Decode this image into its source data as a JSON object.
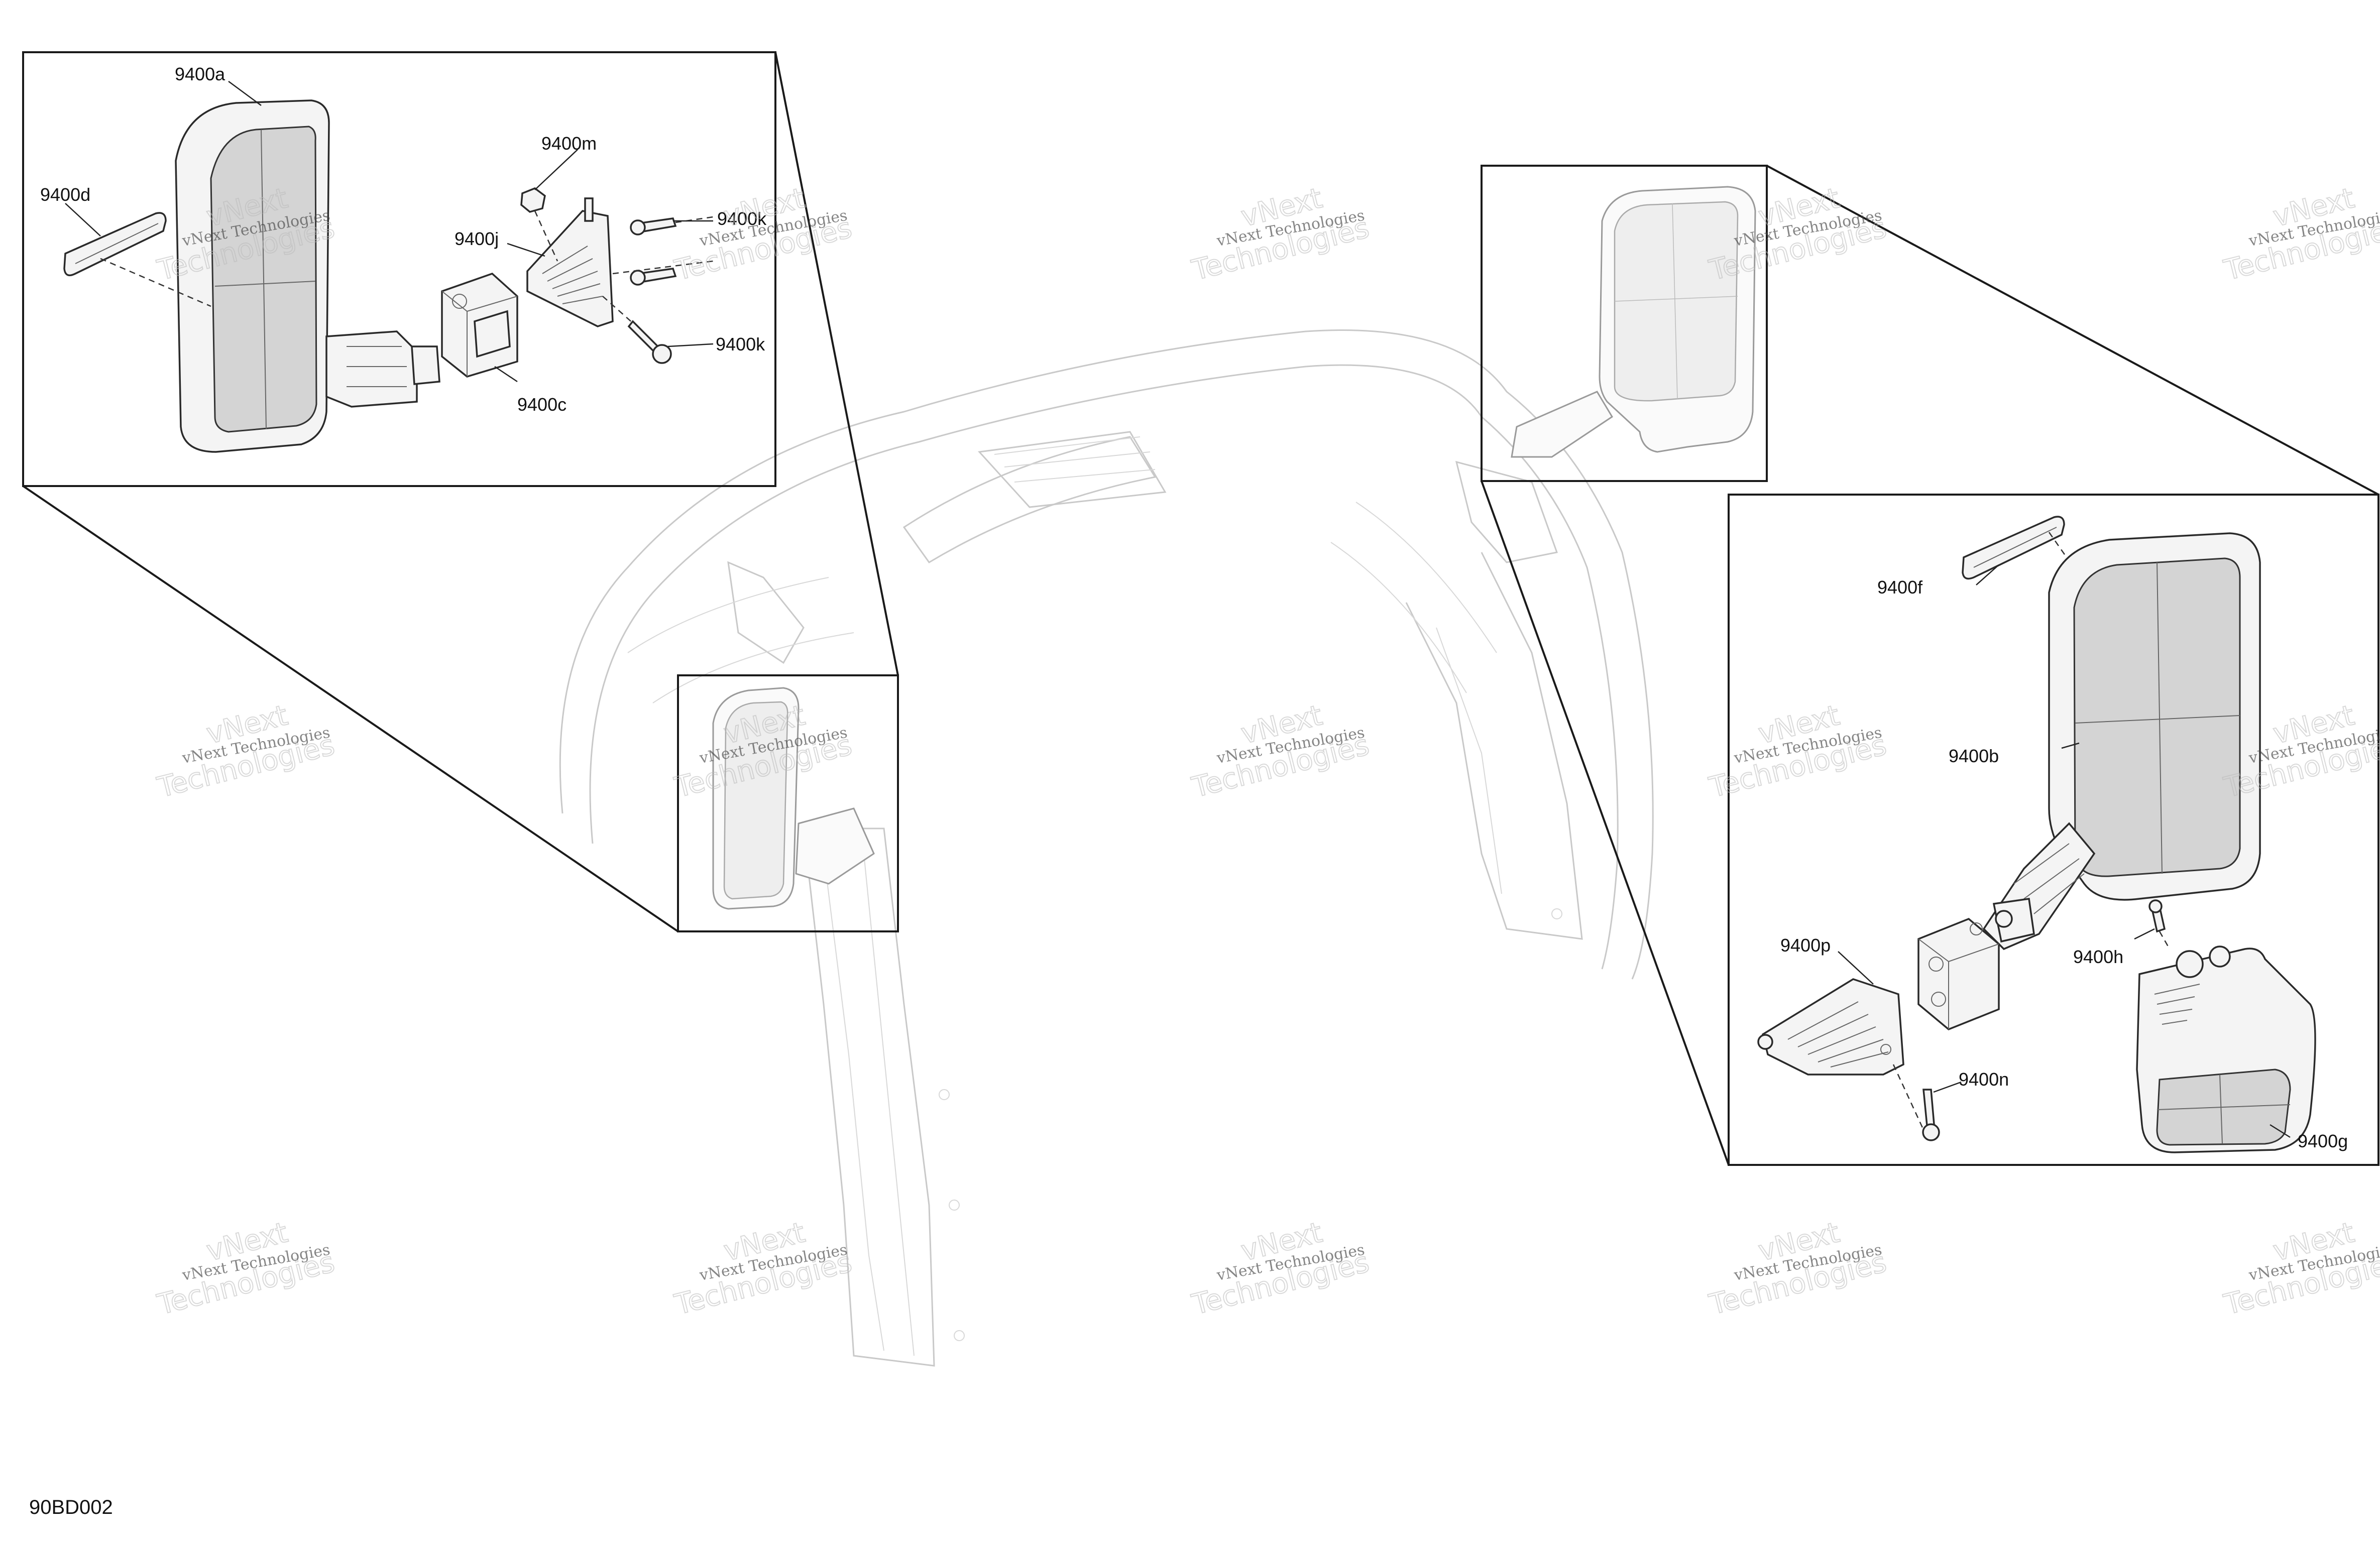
{
  "diagram_code": "90BD002",
  "watermark": {
    "line1": "vNext Technologies",
    "line2a": "vNext",
    "line2b": "Technologies"
  },
  "callouts": {
    "c9400a": "9400a",
    "c9400b": "9400b",
    "c9400c": "9400c",
    "c9400d": "9400d",
    "c9400f": "9400f",
    "c9400g": "9400g",
    "c9400h": "9400h",
    "c9400j": "9400j",
    "c9400k_top": "9400k",
    "c9400k_bottom": "9400k",
    "c9400m": "9400m",
    "c9400n": "9400n",
    "c9400p": "9400p"
  }
}
